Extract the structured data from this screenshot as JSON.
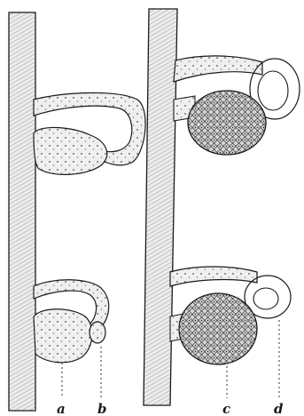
{
  "figure": {
    "labels": {
      "a": "a",
      "b": "b",
      "c": "c",
      "d": "d"
    },
    "colors": {
      "ink": "#1a1a1a",
      "paper": "#ffffff",
      "tissue": "#ededed"
    }
  }
}
